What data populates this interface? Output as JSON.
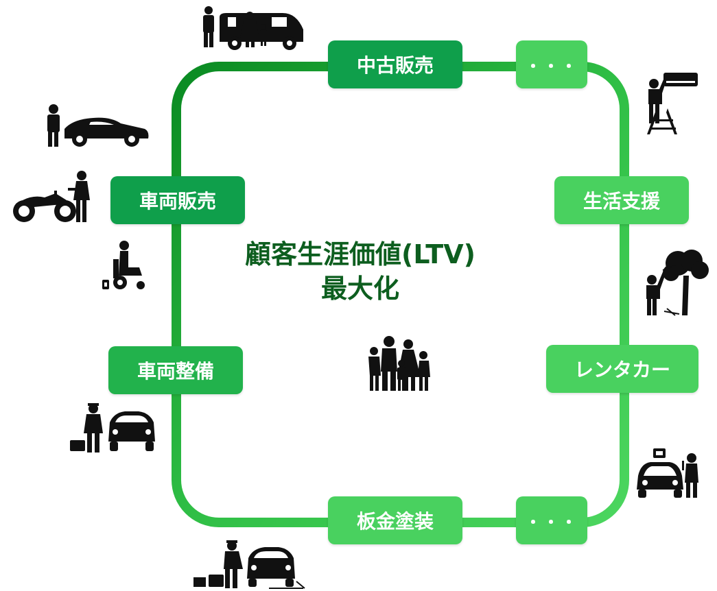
{
  "center": {
    "line1": "顧客生涯価値(LTV)",
    "line2": "最大化"
  },
  "nodes": {
    "used_sales": "中古販売",
    "top_more": "・・・",
    "vehicle_sales": "車両販売",
    "life_support": "生活支援",
    "vehicle_maintenance": "車両整備",
    "rental_car": "レンタカー",
    "sheet_metal": "板金塗装",
    "bottom_more": "・・・"
  },
  "colors": {
    "dark_green": "#0f9f4b",
    "light_green": "#49d15f",
    "title_green": "#0d5e1f",
    "icon": "#111111"
  },
  "icons": [
    "family-van-icon",
    "driver-car-icon",
    "ac-install-icon",
    "motorcycle-icon",
    "wheelchair-icon",
    "tree-pruning-icon",
    "mechanic-car-icon",
    "rental-car-person-icon",
    "body-repair-icon",
    "family-icon"
  ]
}
